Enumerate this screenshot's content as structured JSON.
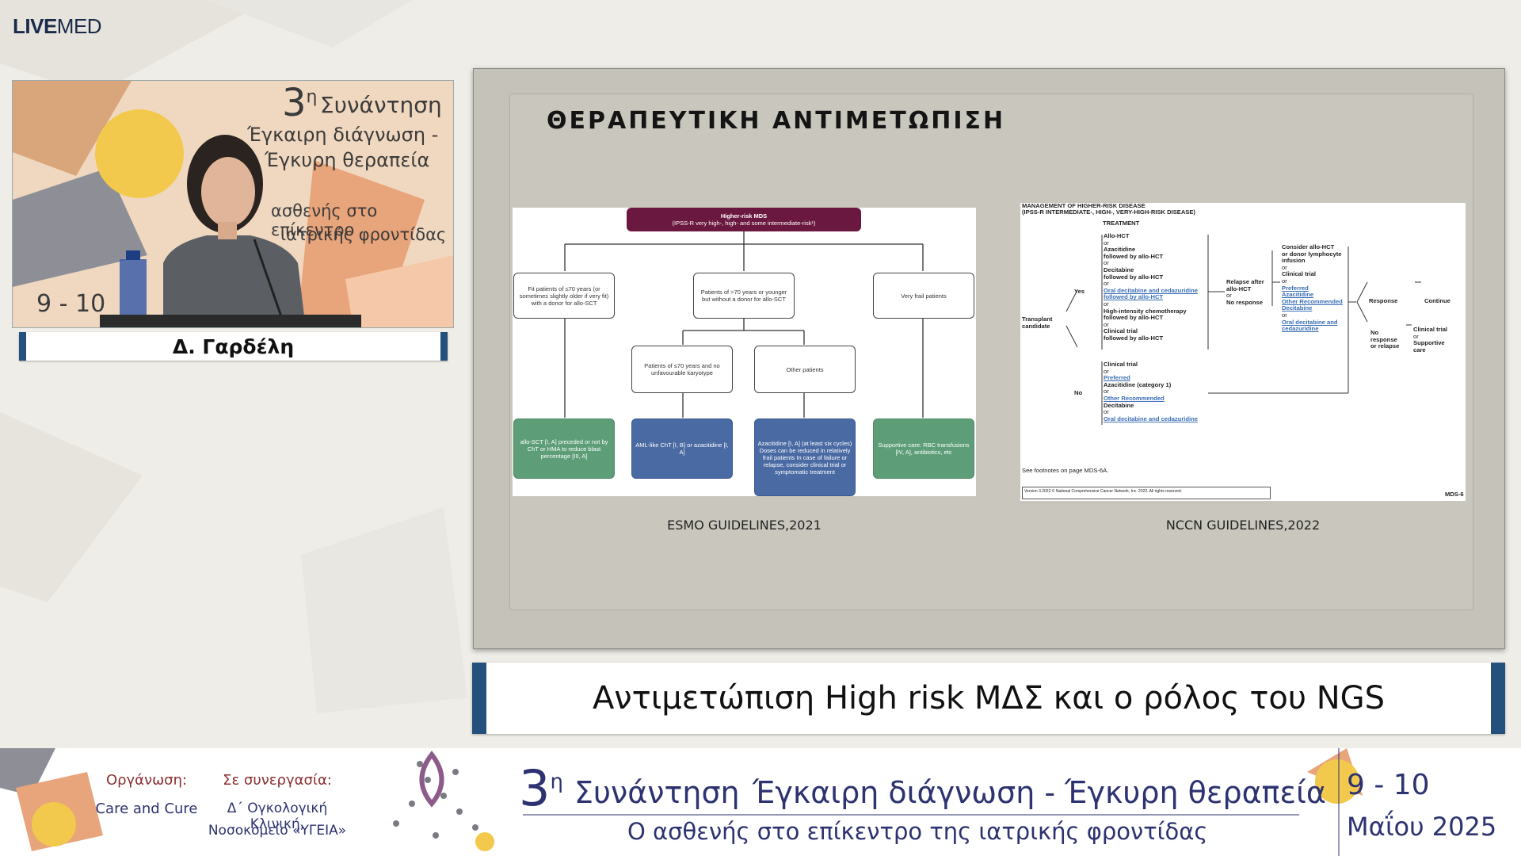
{
  "brand": {
    "strong": "LIVE",
    "light": "MED"
  },
  "video": {
    "sup": "η",
    "number": "3",
    "line1": "Συνάντηση",
    "line2": "Έγκαιρη διάγνωση -",
    "line3": "Έγκυρη θεραπεία",
    "line4": "ασθενής στο επίκεντρο",
    "line5": "ιατρικής φροντίδας",
    "dates": "9 - 10"
  },
  "speaker": {
    "name": "Δ. Γαρδέλη"
  },
  "slide": {
    "title": "ΘΕΡΑΠΕΥΤΙΚΗ ΑΝΤΙΜΕΤΩΠΙΣΗ",
    "esmo_caption": "ESMO GUIDELINES,2021",
    "nccn_caption": "NCCN GUIDELINES,2022",
    "esmo": {
      "top_title": "Higher-risk MDS",
      "top_sub": "(IPSS-R very high-, high- and some intermediate-risk¹)",
      "fit": "Fit patients of ≤70 years (or sometimes slightly older if very fit) with a donor for allo-SCT",
      "older": "Patients of >70 years or younger but without a donor for allo-SCT",
      "frail": "Very frail patients",
      "young_noun": "Patients of ≤70 years and no unfavourable karyotype",
      "other": "Other patients",
      "allo": "allo-SCT [I, A] preceded or not by ChT or HMA to reduce blast percentage [III, A]",
      "aml": "AML-like ChT [I, B] or azacitidine [I, A]",
      "aza": "Azacitidine [I, A] (at least six cycles) Doses can be reduced in relatively frail patients In case of failure or relapse, consider clinical trial or symptomatic treatment",
      "supportive": "Supportive care: RBC transfusions [IV, A], antibiotics, etc"
    },
    "nccn": {
      "header1": "MANAGEMENT OF HIGHER-RISK DISEASE",
      "header2": "(IPSS-R INTERMEDIATE-, HIGH-, VERY-HIGH-RISK DISEASE)",
      "treatment": "TREATMENT",
      "transplant": "Transplant candidate",
      "yes": "Yes",
      "no": "No",
      "yes_opts": [
        "Allo-HCT",
        "or",
        "Azacitidine",
        "followed by allo-HCT",
        "or",
        "Decitabine",
        "followed by allo-HCT",
        "or",
        "Oral decitabine and cedazuridine",
        "followed by allo-HCT",
        "or",
        "High-intensity chemotherapy",
        "followed by allo-HCT",
        "or",
        "Clinical trial",
        "followed by allo-HCT"
      ],
      "no_opts": [
        "Clinical trial",
        "or",
        "Preferred",
        "Azacitidine (category 1)",
        "or",
        "Other Recommended",
        "Decitabine",
        "or",
        "Oral decitabine and cedazuridine"
      ],
      "relapse": [
        "Relapse after",
        "allo-HCT",
        "or",
        "No response"
      ],
      "consider": [
        "Consider allo-HCT",
        "or donor lymphocyte",
        "infusion",
        "or",
        "Clinical trial",
        "or",
        "Preferred",
        "Azacitidine",
        "Other Recommended",
        "Decitabine",
        "or",
        "Oral decitabine and",
        "cedazuridine"
      ],
      "response": "Response",
      "continue": "Continue",
      "noresp": [
        "No",
        "response",
        "or relapse"
      ],
      "final": [
        "Clinical trial",
        "or",
        "Supportive",
        "care"
      ],
      "footnote": "See footnotes on page MDS-6A.",
      "copyright": "Version 3.2022 © National Comprehensive Cancer Network, Inc. 2022. All rights reserved.",
      "page": "MDS-6"
    }
  },
  "subtitle": "Αντιμετώπιση High risk ΜΔΣ και ο ρόλος του NGS",
  "footer": {
    "org_label": "Οργάνωση:",
    "org_value": "Care and Cure",
    "collab_label": "Σε συνεργασία:",
    "collab_value1": "Δ΄ Ογκολογική Κλινική,",
    "collab_value2": "Νοσοκομείο «ΥΓΕΙΑ»",
    "number": "3",
    "sup": "η",
    "meeting": "Συνάντηση",
    "theme1": "Έγκαιρη διάγνωση - Έγκυρη θεραπεία",
    "theme2": "Ο ασθενής στο επίκεντρο της ιατρικής φροντίδας",
    "dates": "9 - 10",
    "month": "Μαΐου 2025"
  },
  "colors": {
    "accent_blue": "#24507e",
    "maroon": "#6b1840",
    "green": "#5d9e78",
    "blue": "#4a6aa3",
    "navy_text": "#2d3270"
  }
}
